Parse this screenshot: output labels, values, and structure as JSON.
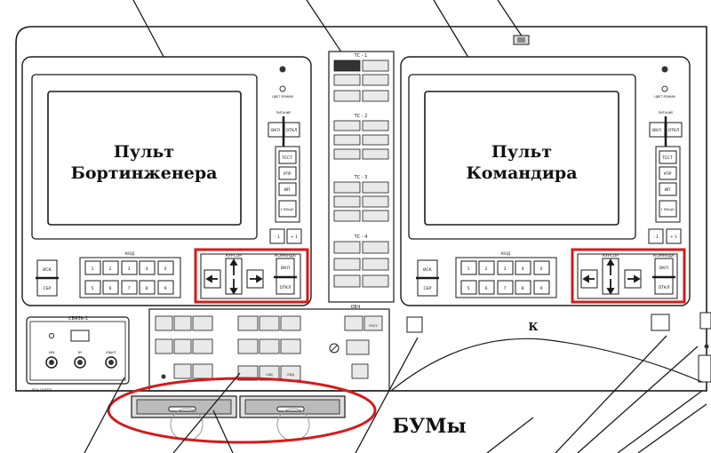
{
  "left_panel": {
    "title_line1": "Пульт",
    "title_line2": "Бортинженера",
    "mode_label": "ЦВЕТ РЕЖИМ",
    "power_label": "ПИТАНИЕ",
    "power_on": "ВКЛ",
    "power_off": "ОТКЛ",
    "side_buttons": [
      "ТЕСТ",
      "УПР",
      "ИП",
      "1 МОЩН"
    ],
    "minus1": "- 1",
    "plus1": "+ 1",
    "code_label": "КОД",
    "ind_label": "ИСК",
    "sbr_label": "СБР",
    "keys": [
      "1",
      "2",
      "3",
      "4",
      "0",
      "5",
      "6",
      "7",
      "8",
      "9"
    ],
    "cursor_label": "КУРСОР",
    "command_label": "КОМАНДА",
    "cmd_on": "ВКЛ",
    "cmd_off": "ОТКЛ"
  },
  "right_panel": {
    "title_line1": "Пульт",
    "title_line2": "Командира",
    "mode_label": "ЦВЕТ РЕЖИМ",
    "power_label": "ПИТАНИЕ",
    "power_on": "ВКЛ",
    "power_off": "ОТКЛ",
    "side_buttons": [
      "ТЕСТ",
      "УПР",
      "ИП",
      "1 МОЩН"
    ],
    "minus1": "- 1",
    "plus1": "+ 1",
    "code_label": "КОД",
    "ind_label": "ИСК",
    "sbr_label": "СБР",
    "keys": [
      "1",
      "2",
      "3",
      "4",
      "0",
      "5",
      "6",
      "7",
      "8",
      "9"
    ],
    "cursor_label": "КУРСОР",
    "command_label": "КОМАНДА",
    "cmd_on": "ВКЛ",
    "cmd_off": "ОТКЛ"
  },
  "center": {
    "ts1": "ТС - 1",
    "ts2": "ТС - 2",
    "ts3": "ТС - 3",
    "ts4": "ТС - 4"
  },
  "svyaz": {
    "title": "СВЯЗЬ-1",
    "labels": [
      "УКВ",
      "ВЧ",
      "КВАНТ"
    ],
    "model": "ПСА-23-8732"
  },
  "obch_label": "ОБЧ",
  "bottom_buttons": [
    "РОСУ",
    "СКД",
    "ОКД"
  ],
  "k_label": "К",
  "bum_label": "БУМы",
  "colors": {
    "highlight": "#d51a1a",
    "line": "#1a1a1a"
  }
}
